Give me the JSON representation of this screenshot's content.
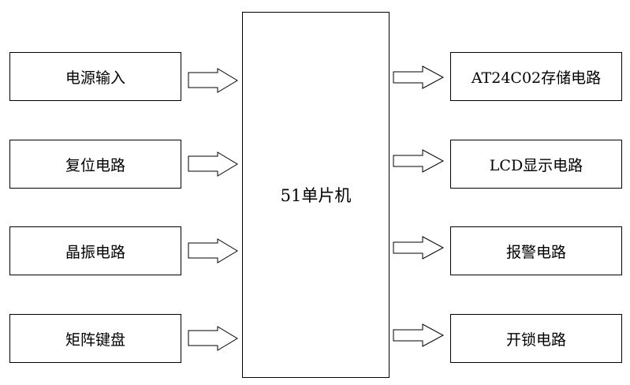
{
  "center": {
    "label": "51单片机"
  },
  "inputs": [
    {
      "label": "电源输入"
    },
    {
      "label": "复位电路"
    },
    {
      "label": "晶振电路"
    },
    {
      "label": "矩阵键盘"
    }
  ],
  "outputs": [
    {
      "label": "AT24C02存储电路"
    },
    {
      "label": "LCD显示电路"
    },
    {
      "label": "报警电路"
    },
    {
      "label": "开锁电路"
    }
  ]
}
